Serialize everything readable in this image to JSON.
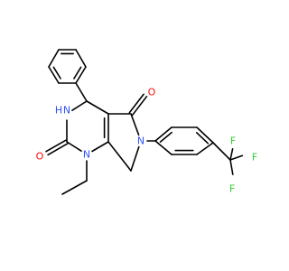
{
  "colors": {
    "background": "#ffffff",
    "bond": "#000000",
    "oxygen": "#ff0d0d",
    "nitrogen": "#3050f8",
    "fluorine": "#33cc33",
    "carbon": "#000000"
  },
  "atoms": [
    {
      "id": "ph_c1",
      "element": "C"
    },
    {
      "id": "ph_c2",
      "element": "C"
    },
    {
      "id": "ph_c3",
      "element": "C"
    },
    {
      "id": "ph_c4",
      "element": "C"
    },
    {
      "id": "ph_c5",
      "element": "C"
    },
    {
      "id": "ph_c6",
      "element": "C"
    },
    {
      "id": "c4",
      "element": "C"
    },
    {
      "id": "n3",
      "element": "N",
      "label": "N",
      "sublabel": "H"
    },
    {
      "id": "c2",
      "element": "C"
    },
    {
      "id": "o2",
      "element": "O",
      "label": "O"
    },
    {
      "id": "n1",
      "element": "N",
      "label": "N"
    },
    {
      "id": "et_c1",
      "element": "C"
    },
    {
      "id": "et_c2",
      "element": "C"
    },
    {
      "id": "c7a",
      "element": "C"
    },
    {
      "id": "c7",
      "element": "C"
    },
    {
      "id": "n6",
      "element": "N",
      "label": "N"
    },
    {
      "id": "c5",
      "element": "C"
    },
    {
      "id": "o5",
      "element": "O",
      "label": "O"
    },
    {
      "id": "c4a",
      "element": "C"
    },
    {
      "id": "ar_c1",
      "element": "C"
    },
    {
      "id": "ar_c2",
      "element": "C"
    },
    {
      "id": "ar_c3",
      "element": "C"
    },
    {
      "id": "ar_c4",
      "element": "C"
    },
    {
      "id": "ar_c5",
      "element": "C"
    },
    {
      "id": "ar_c6",
      "element": "C"
    },
    {
      "id": "cf3",
      "element": "C"
    },
    {
      "id": "f1",
      "element": "F",
      "label": "F"
    },
    {
      "id": "f2",
      "element": "F",
      "label": "F"
    },
    {
      "id": "f3",
      "element": "F",
      "label": "F"
    }
  ],
  "bonds": [
    {
      "from": "ph_c1",
      "to": "ph_c2",
      "order": 2
    },
    {
      "from": "ph_c2",
      "to": "ph_c3",
      "order": 1
    },
    {
      "from": "ph_c3",
      "to": "ph_c4",
      "order": 2
    },
    {
      "from": "ph_c4",
      "to": "ph_c5",
      "order": 1
    },
    {
      "from": "ph_c5",
      "to": "ph_c6",
      "order": 2
    },
    {
      "from": "ph_c6",
      "to": "ph_c1",
      "order": 1
    },
    {
      "from": "ph_c4",
      "to": "c4",
      "order": 1
    },
    {
      "from": "c4",
      "to": "n3",
      "order": 1
    },
    {
      "from": "n3",
      "to": "c2",
      "order": 1
    },
    {
      "from": "c2",
      "to": "o2",
      "order": 2
    },
    {
      "from": "c2",
      "to": "n1",
      "order": 1
    },
    {
      "from": "n1",
      "to": "et_c1",
      "order": 1
    },
    {
      "from": "et_c1",
      "to": "et_c2",
      "order": 1
    },
    {
      "from": "n1",
      "to": "c7a",
      "order": 1
    },
    {
      "from": "c7a",
      "to": "c4a",
      "order": 2
    },
    {
      "from": "c4a",
      "to": "c4",
      "order": 1
    },
    {
      "from": "c7a",
      "to": "c7",
      "order": 1
    },
    {
      "from": "c7",
      "to": "n6",
      "order": 1
    },
    {
      "from": "n6",
      "to": "c5",
      "order": 1
    },
    {
      "from": "c5",
      "to": "o5",
      "order": 2
    },
    {
      "from": "c5",
      "to": "c4a",
      "order": 1
    },
    {
      "from": "n6",
      "to": "ar_c1",
      "order": 1
    },
    {
      "from": "ar_c1",
      "to": "ar_c2",
      "order": 2
    },
    {
      "from": "ar_c2",
      "to": "ar_c3",
      "order": 1
    },
    {
      "from": "ar_c3",
      "to": "ar_c4",
      "order": 2
    },
    {
      "from": "ar_c4",
      "to": "ar_c5",
      "order": 1
    },
    {
      "from": "ar_c5",
      "to": "ar_c6",
      "order": 2
    },
    {
      "from": "ar_c6",
      "to": "ar_c1",
      "order": 1
    },
    {
      "from": "ar_c4",
      "to": "cf3",
      "order": 1
    },
    {
      "from": "cf3",
      "to": "f1",
      "order": 1
    },
    {
      "from": "cf3",
      "to": "f2",
      "order": 1
    },
    {
      "from": "cf3",
      "to": "f3",
      "order": 1
    }
  ]
}
